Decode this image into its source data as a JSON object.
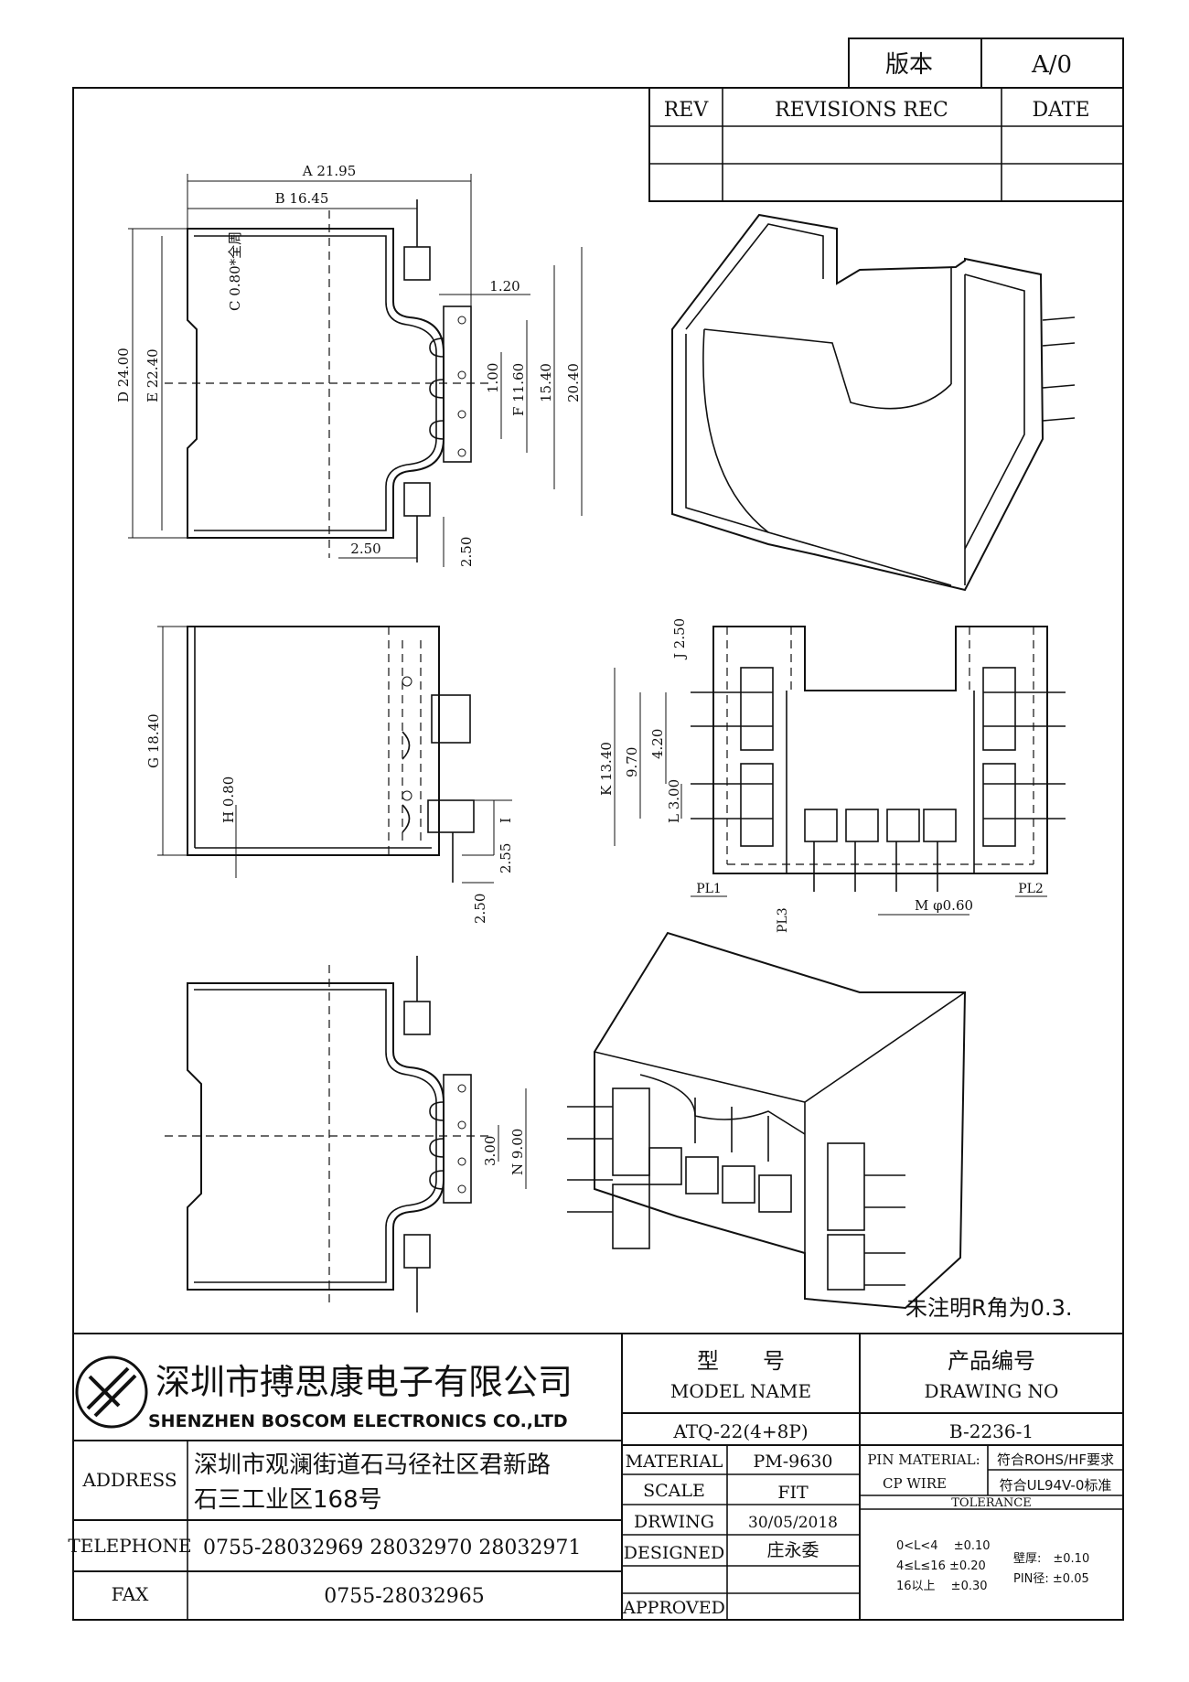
{
  "version_box": {
    "label": "版本",
    "value": "A/0"
  },
  "revision_table": {
    "headers": [
      "REV",
      "REVISIONS REC",
      "DATE"
    ],
    "rows": [
      [
        "",
        "",
        ""
      ],
      [
        "",
        "",
        ""
      ]
    ]
  },
  "top_view": {
    "dim_a": "A 21.95",
    "dim_b": "B 16.45",
    "dim_c": "C 0.80*全周",
    "dim_d": "D 24.00",
    "dim_e": "E 22.40",
    "dim_f": "F 11.60",
    "dim_120": "1.20",
    "dim_100": "1.00",
    "dim_1540": "15.40",
    "dim_2040": "20.40",
    "dim_250a": "2.50",
    "dim_250b": "2.50"
  },
  "side_view": {
    "dim_g": "G 18.40",
    "dim_h": "H 0.80",
    "dim_255": "2.55",
    "dim_i": "I",
    "dim_250": "2.50"
  },
  "front_view": {
    "dim_j": "J 2.50",
    "dim_k": "K 13.40",
    "dim_970": "9.70",
    "dim_420": "4.20",
    "dim_l": "L 3.00",
    "pl1": "PL1",
    "pl2": "PL2",
    "pl3": "PL3",
    "dim_m": "M φ0.60"
  },
  "bottom_view": {
    "dim_300": "3.00",
    "dim_n": "N 9.00"
  },
  "note": "未注明R角为0.3.",
  "title_block": {
    "company_cn": "深圳市搏思康电子有限公司",
    "company_en": "SHENZHEN BOSCOM ELECTRONICS CO.,LTD",
    "address_label": "ADDRESS",
    "address_line1": "深圳市观澜街道石马径社区君新路",
    "address_line2": "石三工业区168号",
    "telephone_label": "TELEPHONE",
    "telephone": "0755-28032969 28032970 28032971",
    "fax_label": "FAX",
    "fax": "0755-28032965",
    "model_label_cn": "型　　号",
    "model_label_en": "MODEL NAME",
    "model_value": "ATQ-22(4+8P)",
    "drawing_label_cn": "产品编号",
    "drawing_label_en": "DRAWING NO",
    "drawing_value": "B-2236-1",
    "material_label": "MATERIAL",
    "material_value": "PM-9630",
    "scale_label": "SCALE",
    "scale_value": "FIT",
    "drawing_date_label": "DRWING",
    "drawing_date": "30/05/2018",
    "designed_label": "DESIGNED",
    "designed_value": "庄永委",
    "approved_label": "APPROVED",
    "approved_value": "",
    "pin_material_label": "PIN MATERIAL:",
    "pin_material_value": "CP WIRE",
    "rohs": "符合ROHS/HF要求",
    "ul": "符合UL94V-0标准",
    "tolerance_label": "TOLERANCE",
    "tol_row1": "0<L<4　 ±0.10",
    "tol_row2": "4≤L≤16 ±0.20",
    "tol_row3": "16以上　 ±0.30",
    "wall_thickness": "壁厚:　±0.10",
    "pin_dia": "PIN径: ±0.05"
  }
}
